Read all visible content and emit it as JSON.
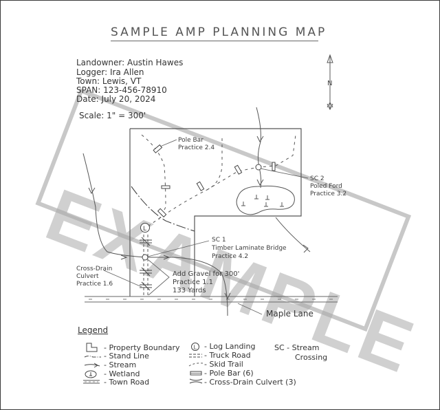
{
  "title": "SAMPLE AMP PLANNING MAP",
  "info": {
    "landowner": "Landowner: Austin Hawes",
    "logger": "Logger: Ira Allen",
    "town": "Town: Lewis, VT",
    "span": "SPAN: 123-456-78910",
    "date": "Date: July 20, 2024"
  },
  "scale": "Scale: 1\" = 300'",
  "north_label": "N",
  "watermark": "EXAMPLE",
  "annotations": {
    "pole_bar": [
      "Pole Bar",
      "Practice 2.4"
    ],
    "sc2": [
      "SC 2",
      "Poled Ford",
      "Practice 3.2"
    ],
    "sc1": [
      "SC 1",
      "Timber Laminate Bridge",
      "Practice 4.2"
    ],
    "cross_drain": [
      "Cross-Drain",
      "Culvert",
      "Practice 1.6"
    ],
    "gravel": [
      "Add Gravel for 300'",
      "Practice 1.1",
      "133 Yards"
    ],
    "road_name": "Maple Lane"
  },
  "legend": {
    "title": "Legend",
    "items": [
      {
        "icon": "property-boundary-icon",
        "label": "- Property Boundary"
      },
      {
        "icon": "stand-line-icon",
        "label": "- Stand Line"
      },
      {
        "icon": "stream-icon",
        "label": "- Stream"
      },
      {
        "icon": "wetland-icon",
        "label": "- Wetland"
      },
      {
        "icon": "town-road-icon",
        "label": "- Town Road"
      },
      {
        "icon": "log-landing-icon",
        "label": "- Log Landing"
      },
      {
        "icon": "truck-road-icon",
        "label": "- Truck Road"
      },
      {
        "icon": "skid-trail-icon",
        "label": "- Skid Trail"
      },
      {
        "icon": "pole-bar-icon",
        "label": "- Pole Bar (6)"
      },
      {
        "icon": "cross-drain-culvert-icon",
        "label": "- Cross-Drain Culvert (3)"
      },
      {
        "icon": "stream-crossing-abbrev",
        "label": "SC - Stream",
        "label2": "Crossing"
      }
    ]
  },
  "colors": {
    "ink": "#3c3c3c",
    "watermark": "#aaaaaa",
    "border": "#3a3a3a"
  }
}
